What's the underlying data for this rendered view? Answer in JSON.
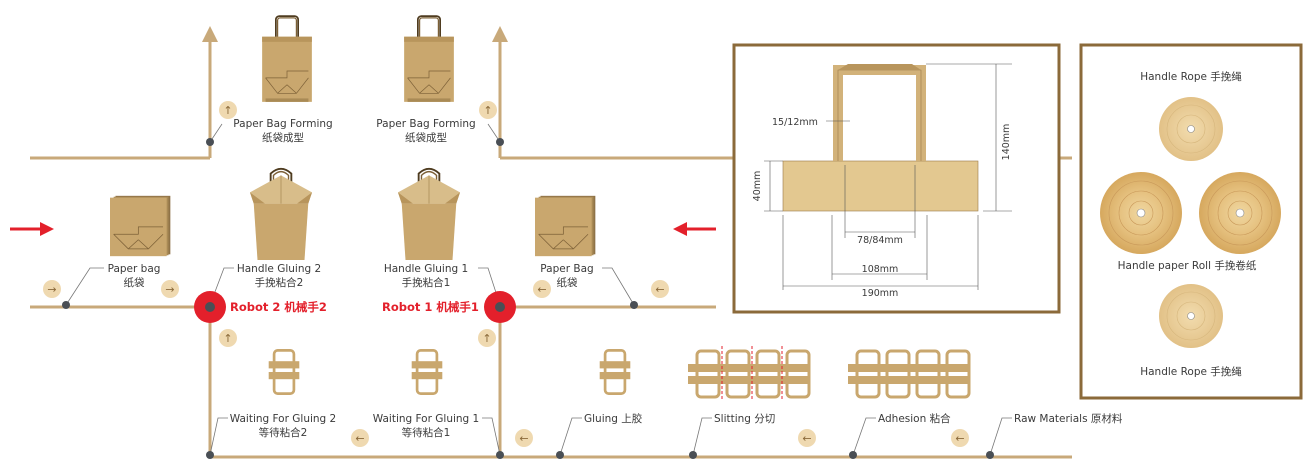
{
  "colors": {
    "line": "#c8a97a",
    "bag": "#c9a76e",
    "bag_dark": "#a98a55",
    "bag_light": "#dcc08b",
    "accent_red": "#e3202b",
    "dot": "#4a4f55",
    "frame": "#8b6a3a"
  },
  "labels": {
    "forming_left": [
      "Paper Bag Forming",
      "纸袋成型"
    ],
    "forming_right": [
      "Paper Bag Forming",
      "纸袋成型"
    ],
    "paper_bag_left": [
      "Paper bag",
      "纸袋"
    ],
    "paper_bag_right": [
      "Paper Bag",
      "纸袋"
    ],
    "handle_gluing_2": [
      "Handle Gluing 2",
      "手挽粘合2"
    ],
    "handle_gluing_1": [
      "Handle Gluing 1",
      "手挽粘合1"
    ],
    "robot_2": "Robot 2 机械手2",
    "robot_1": "Robot 1 机械手1",
    "waiting_2": [
      "Waiting For Gluing 2",
      "等待粘合2"
    ],
    "waiting_1": [
      "Waiting For Gluing 1",
      "等待粘合1"
    ],
    "gluing": "Gluing 上胶",
    "slitting": "Slitting 分切",
    "adhesion": "Adhesion 粘合",
    "raw_materials": "Raw Materials 原材料"
  },
  "dimensions": {
    "rope_width": "15/12mm",
    "height_140": "140mm",
    "height_40": "40mm",
    "inner_78_84": "78/84mm",
    "width_108": "108mm",
    "width_190": "190mm"
  },
  "materials": {
    "rope_top": "Handle Rope 手挽绳",
    "paper_roll": "Handle paper Roll 手挽卷纸",
    "rope_bottom": "Handle Rope 手挽绳"
  }
}
